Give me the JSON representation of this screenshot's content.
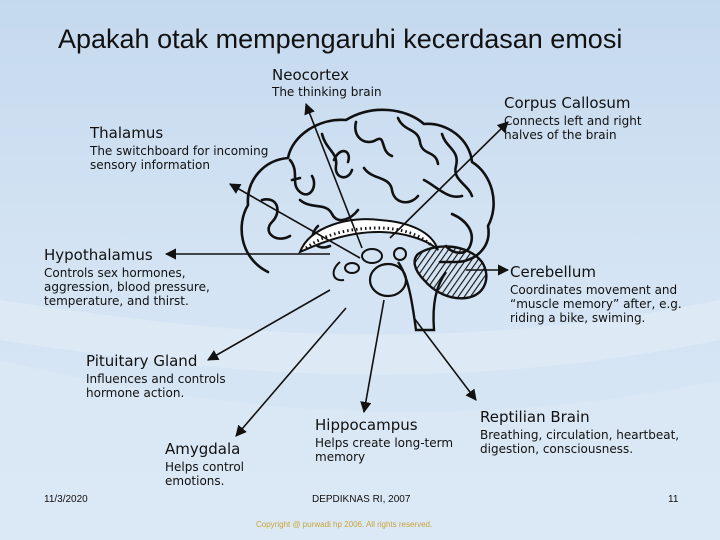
{
  "title": "Apakah otak mempengaruhi kecerdasan  emosi",
  "regions": {
    "neocortex": {
      "label": "Neocortex",
      "desc": "The thinking brain"
    },
    "corpus_callosum": {
      "label": "Corpus Callosum",
      "desc": "Connects left and right halves of the brain"
    },
    "thalamus": {
      "label": "Thalamus",
      "desc": "The switchboard for incoming sensory information"
    },
    "hypothalamus": {
      "label": "Hypothalamus",
      "desc": "Controls sex hormones, aggression, blood pressure, temperature, and thirst."
    },
    "cerebellum": {
      "label": "Cerebellum",
      "desc": "Coordinates movement and “muscle memory” after, e.g. riding a bike, swiming."
    },
    "pituitary": {
      "label": "Pituitary Gland",
      "desc": "Influences and controls hormone action."
    },
    "hippocampus": {
      "label": "Hippocampus",
      "desc": "Helps create long-term memory"
    },
    "reptilian": {
      "label": "Reptilian Brain",
      "desc": "Breathing, circulation, heartbeat, digestion, consciousness."
    },
    "amygdala": {
      "label": "Amygdala",
      "desc": "Helps control emotions."
    }
  },
  "footer": {
    "date": "11/3/2020",
    "center": "DEPDIKNAS RI, 2007",
    "page": "11",
    "copyright": "Copyright @ purwadi hp 2006. All rights reserved."
  }
}
